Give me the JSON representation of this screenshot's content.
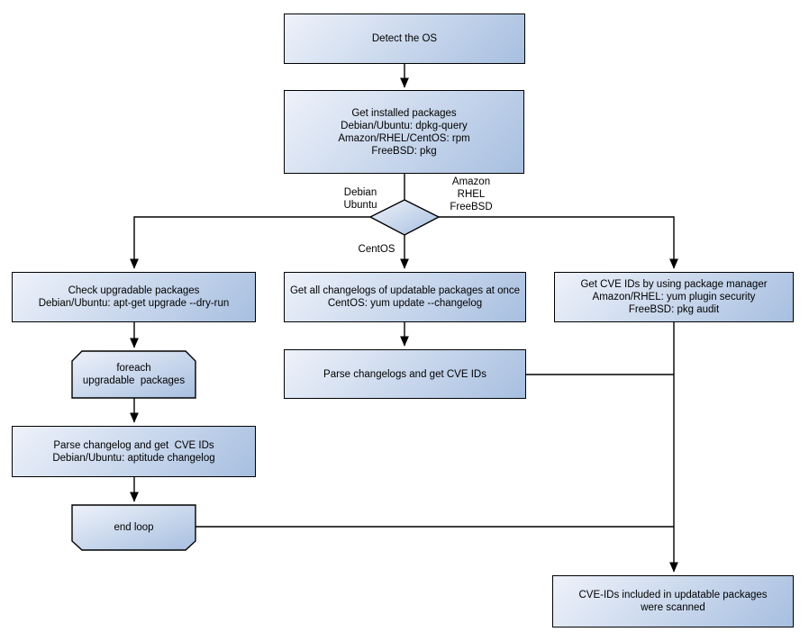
{
  "colors": {
    "background": "#ffffff",
    "node_fill_light": "#eef2fa",
    "node_fill_dark": "#a7bfe0",
    "node_border": "#000000",
    "text": "#000000"
  },
  "chart_type": "flowchart",
  "nodes": {
    "detect_os": {
      "type": "process",
      "label": "Detect the OS"
    },
    "get_installed_packages": {
      "type": "process",
      "label": "Get installed packages\nDebian/Ubuntu: dpkg-query\nAmazon/RHEL/CentOS: rpm\nFreeBSD: pkg"
    },
    "os_decision": {
      "type": "decision",
      "label": ""
    },
    "check_upgradable": {
      "type": "process",
      "label": "Check upgradable packages\nDebian/Ubuntu: apt-get upgrade --dry-run"
    },
    "foreach_loop": {
      "type": "loop-start",
      "label": "foreach\nupgradable  packages"
    },
    "parse_changelog_left": {
      "type": "process",
      "label": "Parse changelog and get  CVE IDs\nDebian/Ubuntu: aptitude changelog"
    },
    "end_loop": {
      "type": "loop-end",
      "label": "end loop"
    },
    "get_changelogs_centos": {
      "type": "process",
      "label": "Get all changelogs of updatable packages at once\nCentOS: yum update --changelog"
    },
    "parse_changelogs_mid": {
      "type": "process",
      "label": "Parse changelogs and get CVE IDs"
    },
    "get_cve_pkg_manager": {
      "type": "process",
      "label": "Get CVE IDs by using package manager\nAmazon/RHEL: yum plugin security\nFreeBSD: pkg audit"
    },
    "scanned_result": {
      "type": "process",
      "label": "CVE-IDs included in updatable packages\nwere scanned"
    }
  },
  "edge_labels": {
    "left_branch": "Debian\nUbuntu",
    "right_branch": "Amazon\nRHEL\nFreeBSD",
    "down_branch": "CentOS"
  }
}
